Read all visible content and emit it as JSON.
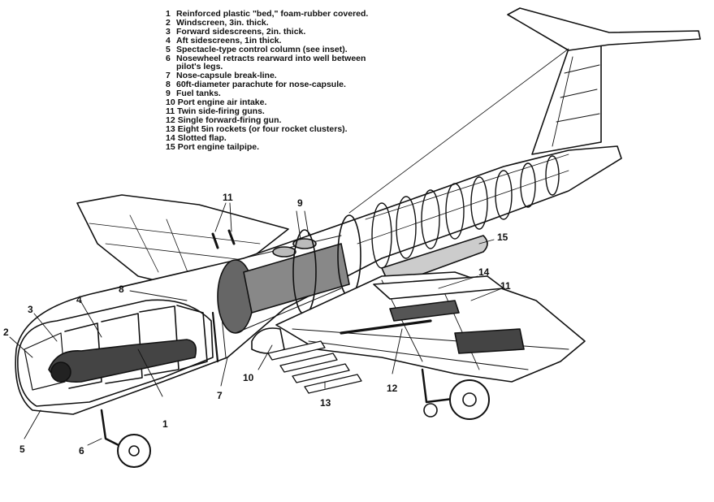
{
  "legend": [
    {
      "num": "1",
      "text": "Reinforced plastic \"bed,\" foam-rubber covered."
    },
    {
      "num": "2",
      "text": "Windscreen, 3in. thick."
    },
    {
      "num": "3",
      "text": "Forward sidescreens, 2in. thick."
    },
    {
      "num": "4",
      "text": "Aft sidescreens, 1in thick."
    },
    {
      "num": "5",
      "text": "Spectacle-type control column (see inset)."
    },
    {
      "num": "6",
      "text": "Nosewheel retracts rearward into well between"
    },
    {
      "num": "",
      "text": "pilot's legs."
    },
    {
      "num": "7",
      "text": "Nose-capsule break-line."
    },
    {
      "num": "8",
      "text": "60ft-diameter parachute for nose-capsule."
    },
    {
      "num": "9",
      "text": "Fuel tanks."
    },
    {
      "num": "10",
      "text": "Port engine air intake."
    },
    {
      "num": "11",
      "text": "Twin side-firing guns."
    },
    {
      "num": "12",
      "text": "Single forward-firing gun."
    },
    {
      "num": "13",
      "text": "Eight 5in rockets (or four rocket clusters)."
    },
    {
      "num": "14",
      "text": "Slotted flap."
    },
    {
      "num": "15",
      "text": "Port engine tailpipe."
    }
  ],
  "callouts": {
    "c1": "1",
    "c2": "2",
    "c3": "3",
    "c4": "4",
    "c5": "5",
    "c6": "6",
    "c7": "7",
    "c8": "8",
    "c9": "9",
    "c10": "10",
    "c11a": "11",
    "c11b": "11",
    "c12": "12",
    "c13": "13",
    "c14": "14",
    "c15": "15"
  },
  "colors": {
    "ink": "#111111",
    "paper": "#ffffff",
    "shade": "#555555"
  }
}
